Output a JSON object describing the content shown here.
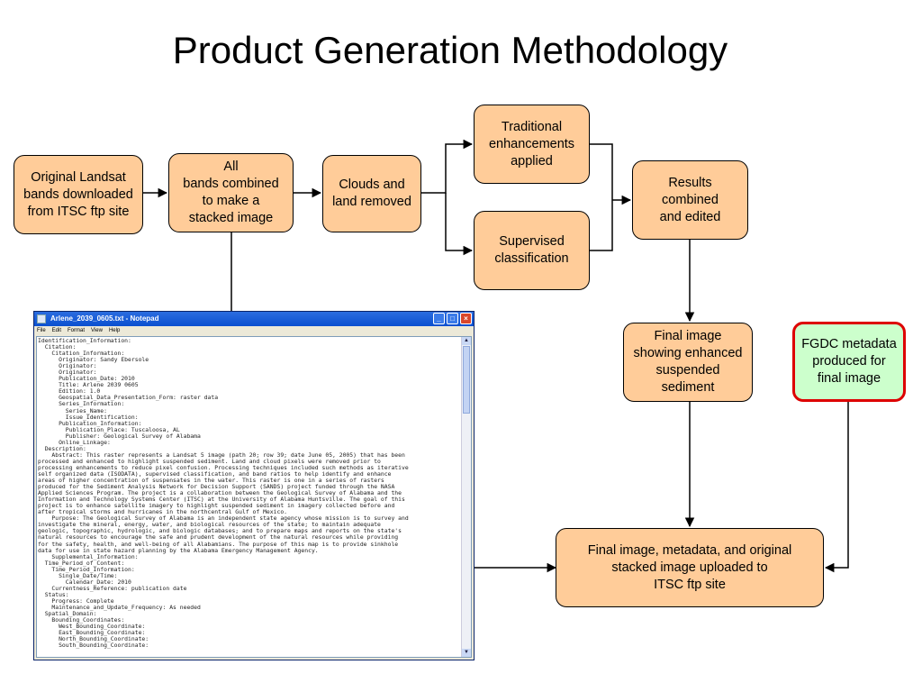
{
  "title": "Product Generation Methodology",
  "nodes": {
    "landsat": "Original Landsat\nbands downloaded\nfrom ITSC ftp site",
    "combined": "All\nbands combined\nto make a\nstacked image",
    "clouds": "Clouds and\nland removed",
    "traditional": "Traditional\nenhancements\napplied",
    "supervised": "Supervised\nclassification",
    "results": "Results\ncombined\nand edited",
    "final_image": "Final image\nshowing enhanced\nsuspended\nsediment",
    "fgdc": "FGDC metadata\nproduced for\nfinal image",
    "uploaded": "Final image, metadata, and original\nstacked image uploaded to\nITSC ftp site"
  },
  "colors": {
    "box_fill": "#ffcc99",
    "fgdc_fill": "#ccffcc",
    "fgdc_border": "#dd0000"
  },
  "notepad": {
    "title": "Arlene_2039_0605.txt - Notepad",
    "menu": [
      "File",
      "Edit",
      "Format",
      "View",
      "Help"
    ],
    "icons": [
      "minimize-icon",
      "maximize-icon",
      "close-icon"
    ],
    "content": "Identification_Information:\n  Citation:\n    Citation_Information:\n      Originator: Sandy Ebersole\n      Originator:\n      Originator:\n      Publication_Date: 2010\n      Title: Arlene 2039 0605\n      Edition: 1.0\n      Geospatial_Data_Presentation_Form: raster data\n      Series_Information:\n        Series_Name:\n        Issue_Identification:\n      Publication_Information:\n        Publication_Place: Tuscaloosa, AL\n        Publisher: Geological Survey of Alabama\n      Online_Linkage:\n  Description:\n    Abstract: This raster represents a Landsat 5 image (path 20; row 39; date June 05, 2005) that has been\nprocessed and enhanced to highlight suspended sediment. Land and cloud pixels were removed prior to\nprocessing enhancements to reduce pixel confusion. Processing techniques included such methods as iterative\nself organized data (ISODATA), supervised classification, and band ratios to help identify and enhance\nareas of higher concentration of suspensates in the water. This raster is one in a series of rasters\nproduced for the Sediment Analysis Network for Decision Support (SANDS) project funded through the NASA\nApplied Sciences Program. The project is a collaboration between the Geological Survey of Alabama and the\nInformation and Technology Systems Center (ITSC) at the University of Alabama Huntsville. The goal of this\nproject is to enhance satellite imagery to highlight suspended sediment in imagery collected before and\nafter tropical storms and hurricanes in the northcentral Gulf of Mexico.\n    Purpose: The Geological Survey of Alabama is an independent state agency whose mission is to survey and\ninvestigate the mineral, energy, water, and biological resources of the state; to maintain adequate\ngeologic, topographic, hydrologic, and biologic databases; and to prepare maps and reports on the state's\nnatural resources to encourage the safe and prudent development of the natural resources while providing\nfor the safety, health, and well-being of all Alabamians. The purpose of this map is to provide sinkhole\ndata for use in state hazard planning by the Alabama Emergency Management Agency.\n    Supplemental_Information:\n  Time_Period_of_Content:\n    Time_Period_Information:\n      Single_Date/Time:\n        Calendar_Date: 2010\n    Currentness_Reference: publication date\n  Status:\n    Progress: Complete\n    Maintenance_and_Update_Frequency: As needed\n  Spatial_Domain:\n    Bounding_Coordinates:\n      West_Bounding_Coordinate:\n      East_Bounding_Coordinate:\n      North_Bounding_Coordinate:\n      South_Bounding_Coordinate:"
  }
}
